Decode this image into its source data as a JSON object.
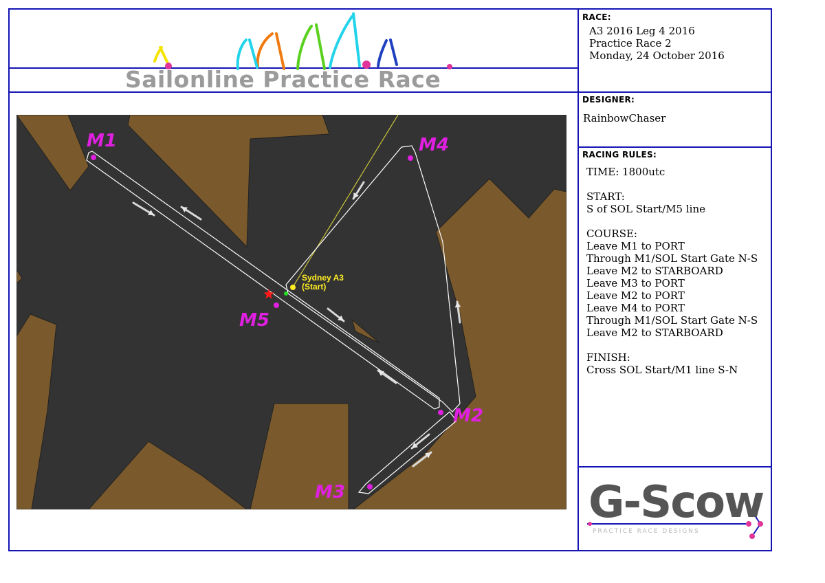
{
  "banner": {
    "title": "Sailonline Practice Race",
    "sail_colors": [
      "#f5e400",
      "#22d3ea",
      "#f07a10",
      "#5ad01e",
      "#22d3ea",
      "#2040c0"
    ],
    "dot_color": "#e0349a"
  },
  "race": {
    "label": "RACE:",
    "lines": [
      "A3 2016 Leg 4  2016",
      "Practice Race 2",
      "Monday, 24 October 2016"
    ]
  },
  "designer": {
    "label": "DESIGNER:",
    "name": "RainbowChaser"
  },
  "rules": {
    "label": "RACING RULES:",
    "lines": [
      "TIME: 1800utc",
      "",
      "START:",
      "S of SOL Start/M5 line",
      "",
      "COURSE:",
      "Leave M1 to PORT",
      "Through M1/SOL Start Gate N-S",
      "Leave M2 to STARBOARD",
      "Leave M3 to PORT",
      "Leave M2 to PORT",
      "Leave M4 to PORT",
      "Through M1/SOL Start Gate N-S",
      "Leave M2 to STARBOARD",
      "",
      "FINISH:",
      "Cross SOL Start/M1 line S-N"
    ]
  },
  "map": {
    "water_color": "#333333",
    "land_color": "#7a5a2c",
    "mark_color": "#e020e0",
    "marks": [
      {
        "id": "M1",
        "label": "M1"
      },
      {
        "id": "M2",
        "label": "M2"
      },
      {
        "id": "M3",
        "label": "M3"
      },
      {
        "id": "M4",
        "label": "M4"
      },
      {
        "id": "M5",
        "label": "M5"
      }
    ],
    "start_label_1": "Sydney A3",
    "start_label_2": "(Start)",
    "start_color": "#ffee22",
    "start_icon": "star-icon"
  },
  "logo": {
    "text": "G-Scow",
    "tagline": "PRACTICE RACE DESIGNS"
  }
}
